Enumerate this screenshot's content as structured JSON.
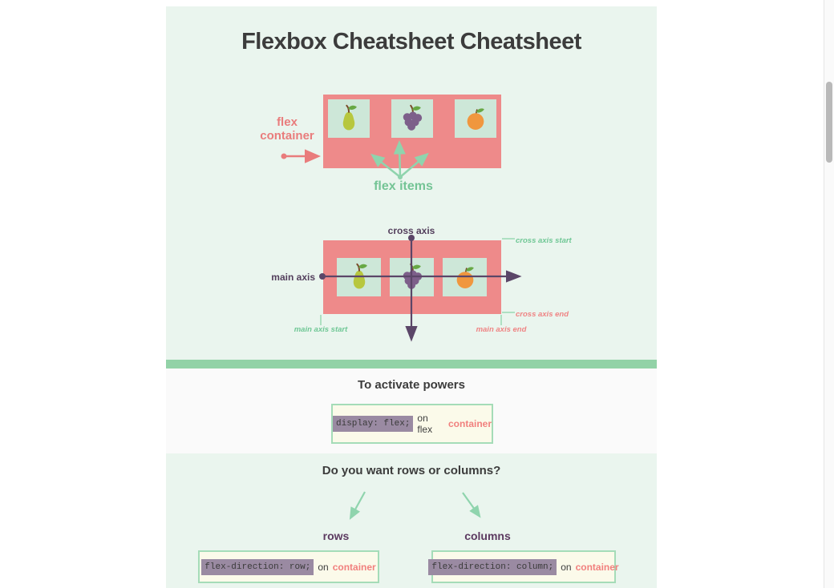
{
  "title": "Flexbox Cheatsheet Cheatsheet",
  "hero": {
    "flex_container_label": "flex container",
    "flex_items_label": "flex items",
    "axes": {
      "cross_axis": "cross axis",
      "main_axis": "main axis",
      "cross_axis_start": "cross axis start",
      "cross_axis_end": "cross axis end",
      "main_axis_start": "main axis start",
      "main_axis_end": "main axis end"
    },
    "fruit_icons": [
      "pear-icon",
      "grapes-icon",
      "orange-icon"
    ]
  },
  "activate": {
    "heading": "To activate powers",
    "code": "display: flex;",
    "on_text": "on flex",
    "target": "container"
  },
  "direction": {
    "heading": "Do you want rows or columns?",
    "rows": {
      "label": "rows",
      "code": "flex-direction: row;",
      "on_text": "on",
      "target": "container"
    },
    "columns": {
      "label": "columns",
      "code": "flex-direction: column;",
      "on_text": "on",
      "target": "container"
    }
  },
  "colors": {
    "mint_bg": "#eaf5ee",
    "container_pink": "#ee8a8a",
    "item_mint": "#cde7d8",
    "green_accent": "#8fd4ad",
    "green_bar": "#92d2a7",
    "green_text": "#74c495",
    "pink_text": "#e97c7c",
    "purple_axis": "#5b4668",
    "purple_heading": "#5c3a60",
    "code_highlight": "#9a8aa2",
    "code_box_bg": "#fbfaea",
    "code_box_border": "#a5dcb8",
    "scroll_thumb": "#b9b9b9"
  }
}
